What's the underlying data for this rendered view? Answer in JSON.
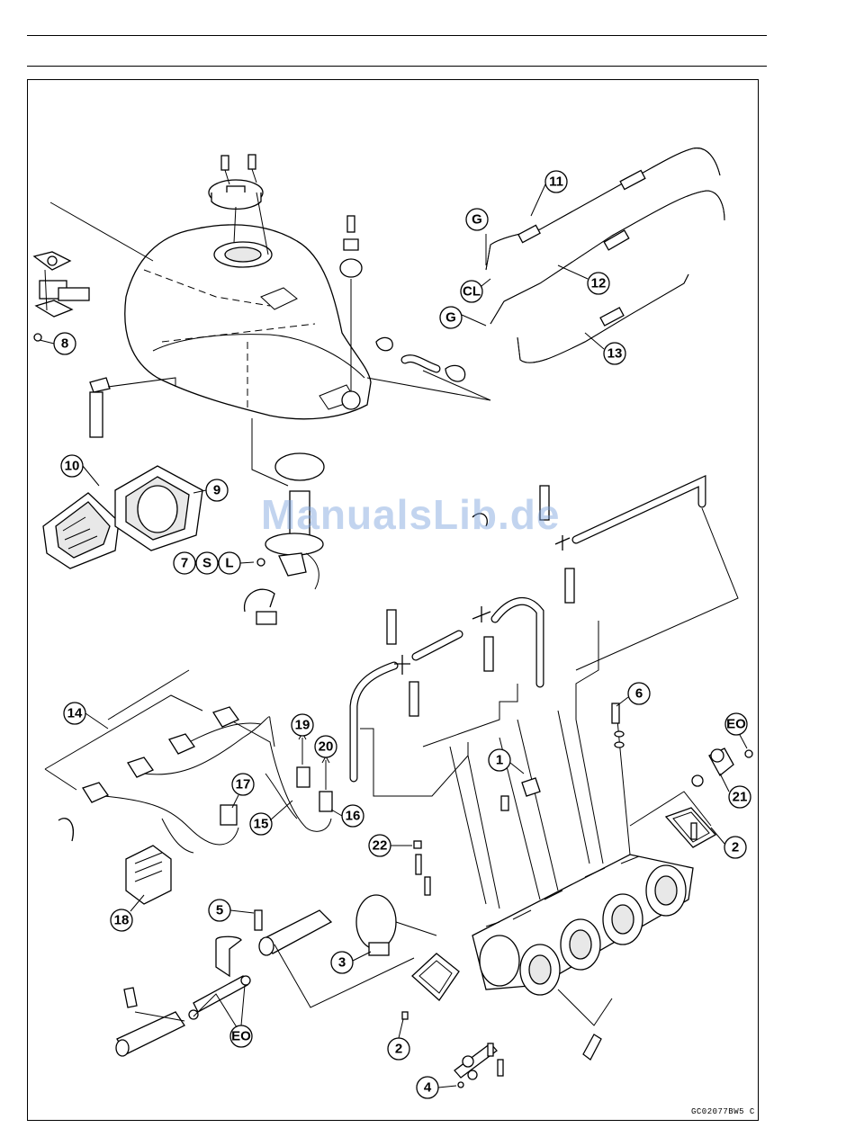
{
  "diagram": {
    "code": "GC02077BW5 C",
    "watermark": "ManualsLib.de",
    "callouts": [
      {
        "id": "c11",
        "label": "11"
      },
      {
        "id": "c12",
        "label": "12"
      },
      {
        "id": "c13",
        "label": "13"
      },
      {
        "id": "cG1",
        "label": "G"
      },
      {
        "id": "cCL",
        "label": "CL"
      },
      {
        "id": "cG2",
        "label": "G"
      },
      {
        "id": "c8",
        "label": "8"
      },
      {
        "id": "c10",
        "label": "10"
      },
      {
        "id": "c9",
        "label": "9"
      },
      {
        "id": "c7",
        "label": "7"
      },
      {
        "id": "cS",
        "label": "S"
      },
      {
        "id": "cL",
        "label": "L"
      },
      {
        "id": "c6",
        "label": "6"
      },
      {
        "id": "cEO1",
        "label": "EO"
      },
      {
        "id": "c14",
        "label": "14"
      },
      {
        "id": "c19",
        "label": "19"
      },
      {
        "id": "c20",
        "label": "20"
      },
      {
        "id": "c1",
        "label": "1"
      },
      {
        "id": "c21",
        "label": "21"
      },
      {
        "id": "c17",
        "label": "17"
      },
      {
        "id": "c15",
        "label": "15"
      },
      {
        "id": "c16",
        "label": "16"
      },
      {
        "id": "c2a",
        "label": "2"
      },
      {
        "id": "c22",
        "label": "22"
      },
      {
        "id": "c18",
        "label": "18"
      },
      {
        "id": "c5",
        "label": "5"
      },
      {
        "id": "c3",
        "label": "3"
      },
      {
        "id": "cEO2",
        "label": "EO"
      },
      {
        "id": "c2b",
        "label": "2"
      },
      {
        "id": "c4",
        "label": "4"
      }
    ]
  }
}
